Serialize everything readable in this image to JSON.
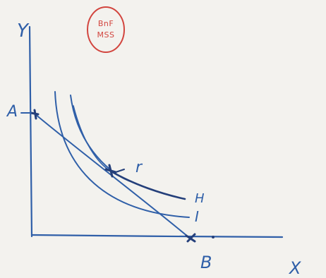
{
  "diagram": {
    "stamp": {
      "line1": "BnF",
      "line2": "MSS",
      "color": "#d2453e"
    },
    "axes": {
      "y_label": "Y",
      "x_label": "X"
    },
    "points": {
      "a_label": "A",
      "b_label": "B",
      "r_label": "r"
    },
    "curves": {
      "h_label": "H",
      "i_label": "I"
    },
    "ink_color": "#2f5fa8"
  }
}
